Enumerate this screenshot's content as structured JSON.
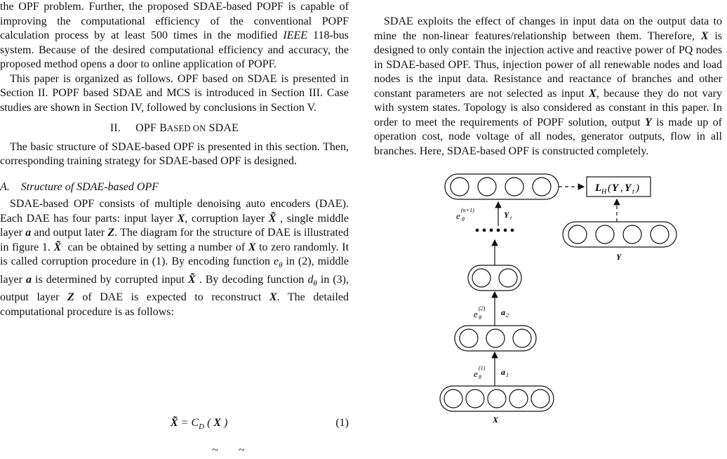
{
  "left": {
    "para1": "the OPF problem. Further, the proposed SDAE-based POPF is capable of improving the computational efficiency of the conventional POPF calculation process by at least 500 times in the modified IEEE 118-bus system. Because of the desired computational efficiency and accuracy, the proposed method opens a door to online application of POPF.",
    "para2": "This paper is organized as follows. OPF based on SDAE is presented in Section II. POPF based SDAE and MCS is introduced in Section III. Case studies are shown in Section IV, followed by conclusions in Section V.",
    "section_heading": "II.    OPF BASED ON SDAE",
    "para3": "The basic structure of SDAE-based OPF is presented in this section. Then, corresponding training strategy for SDAE-based OPF is designed.",
    "subsection_heading": "A.   Structure of SDAE-based OPF",
    "para4": "SDAE-based OPF consists of multiple denoising auto encoders (DAE). Each DAE has four parts: input layer X, corruption layer X̃ , single middle layer a and output later Z. The diagram for the structure of DAE is illustrated in figure 1. X̃  can be obtained by setting a number of X to zero randomly. It is called corruption procedure in (1). By encoding function eθ in (2), middle layer a is determined by corrupted input X̃ . By decoding function dθ in (3), output layer Z of DAE is expected to reconstruct X. The detailed computational procedure is as follows:",
    "eq1_expr": "X̃ = C_D ( X )",
    "eq1_num": "(1)"
  },
  "right": {
    "para1": "SDAE exploits the effect of changes in input data on the output data to mine the non-linear features/relationship between them. Therefore, X is designed to only contain the injection active and reactive power of PQ nodes in SDAE-based OPF. Thus, injection power of all renewable nodes and load nodes is the input data. Resistance and reactance of branches and other constant parameters are not selected as input X, because they do not vary with system states. Topology is also considered as constant in this paper. In order to meet the requirements of POPF solution, output Y is made up of operation cost, node voltage of all nodes, generator outputs, flow in all branches. Here, SDAE-based OPF is constructed completely."
  },
  "figure": {
    "loss_label": "L_H(Y, Y_t)",
    "label_Yt": "Y_t",
    "label_Y": "Y",
    "label_X": "X",
    "label_a1": "a_1",
    "label_a2": "a_2",
    "label_e1": "e_θ^(1)",
    "label_e2": "e_θ^(2)",
    "label_en1": "e_θ^(n+1)",
    "dots": "••••••"
  }
}
